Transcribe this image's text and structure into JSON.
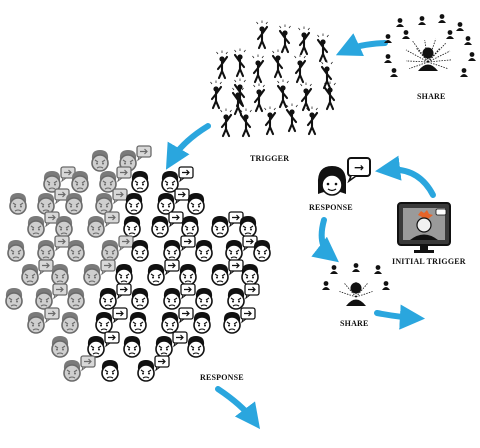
{
  "labels": {
    "share_top": "SHARE",
    "trigger": "TRIGGER",
    "response_mid": "RESPONSE",
    "initial_trigger": "INITIAL TRIGGER",
    "share_mid": "SHARE",
    "response_bottom": "RESPONSE"
  },
  "colors": {
    "arrow": "#2aa6de",
    "ink": "#111111",
    "face_light": "#ffffff",
    "face_grey": "#cfcfcf",
    "bubble_grey": "#d8d8d8"
  },
  "icons": {
    "arrow_in_bubble": "→",
    "reaction_faces": "angry-emoji",
    "monitor": "person-on-screen"
  }
}
